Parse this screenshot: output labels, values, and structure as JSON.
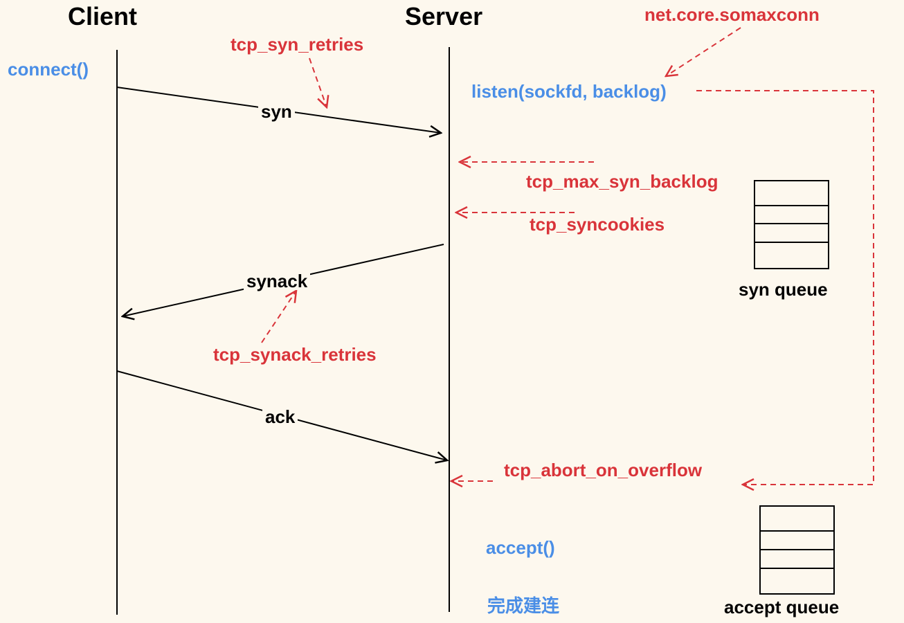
{
  "headers": {
    "client": "Client",
    "server": "Server"
  },
  "calls": {
    "connect": "connect()",
    "listen": "listen(sockfd, backlog)",
    "accept": "accept()",
    "done": "完成建连"
  },
  "messages": {
    "syn": "syn",
    "synack": "synack",
    "ack": "ack"
  },
  "params": {
    "somaxconn": "net.core.somaxconn",
    "syn_retries": "tcp_syn_retries",
    "max_syn_backlog": "tcp_max_syn_backlog",
    "syncookies": "tcp_syncookies",
    "synack_retries": "tcp_synack_retries",
    "abort_on_overflow": "tcp_abort_on_overflow"
  },
  "queues": {
    "syn": "syn queue",
    "accept": "accept queue"
  },
  "colors": {
    "param": "#d9343a",
    "call": "#4a8ee6",
    "line": "#000000",
    "background": "#fdf8ee"
  }
}
